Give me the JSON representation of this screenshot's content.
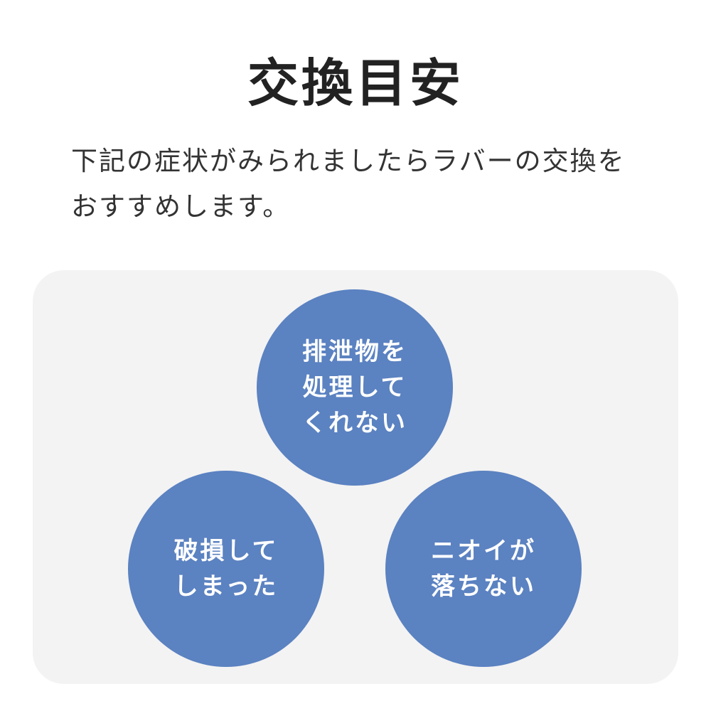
{
  "title": "交換目安",
  "description": [
    "下記の症状がみられましたらラバーの交換を",
    "おすすめします。"
  ],
  "colors": {
    "circle": "#5b82c1",
    "panel": "#f3f3f3",
    "text": "#222222"
  },
  "symptoms": [
    {
      "lines": [
        "排泄物を",
        "処理して",
        "くれない"
      ]
    },
    {
      "lines": [
        "破損して",
        "しまった"
      ]
    },
    {
      "lines": [
        "ニオイが",
        "落ちない"
      ]
    }
  ]
}
